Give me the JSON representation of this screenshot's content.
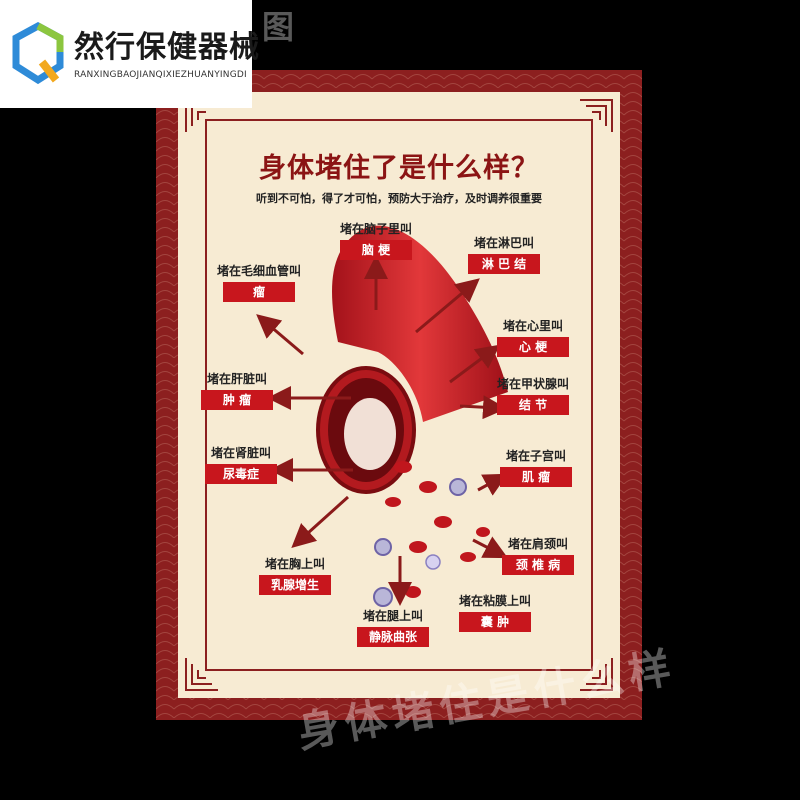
{
  "brand": {
    "name": "然行保健器械",
    "sub": "RANXINGBAOJIANQIXIEZHUANYINGDI"
  },
  "watermark": {
    "top": "图",
    "bottom": "身体堵住是什么样"
  },
  "poster": {
    "title": "身体堵住了是什么样？",
    "subtitle": "听到不可怕，得了才可怕，预防大于治疗，及时调养很重要",
    "labels": [
      {
        "text": "堵在脑子里叫",
        "badge": "脑 梗"
      },
      {
        "text": "堵在淋巴叫",
        "badge": "淋 巴 结"
      },
      {
        "text": "堵在毛细血管叫",
        "badge": "瘤"
      },
      {
        "text": "堵在心里叫",
        "badge": "心 梗"
      },
      {
        "text": "堵在肝脏叫",
        "badge": "肿 瘤"
      },
      {
        "text": "堵在甲状腺叫",
        "badge": "结 节"
      },
      {
        "text": "堵在肾脏叫",
        "badge": "尿毒症"
      },
      {
        "text": "堵在子宫叫",
        "badge": "肌 瘤"
      },
      {
        "text": "堵在肩颈叫",
        "badge": "颈 椎 病"
      },
      {
        "text": "堵在胸上叫",
        "badge": "乳腺增生"
      },
      {
        "text": "堵在粘膜上叫",
        "badge": "囊 肿"
      },
      {
        "text": "堵在腿上叫",
        "badge": "静脉曲张"
      }
    ]
  },
  "colors": {
    "frame": "#8c1f1f",
    "paper": "#f7ebd3",
    "accent": "#c8161d",
    "arrow": "#8b1a1a"
  }
}
